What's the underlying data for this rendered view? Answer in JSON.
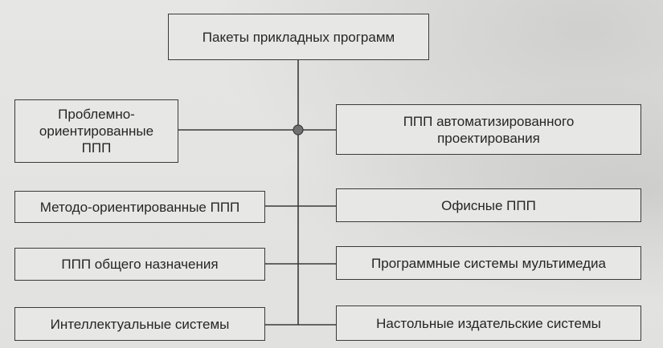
{
  "diagram": {
    "root": "Пакеты прикладных программ",
    "left_items": [
      "Проблемно-\nориентированные\nППП",
      "Методо-ориентированные ППП",
      "ППП общего назначения",
      "Интеллектуальные системы"
    ],
    "right_items": [
      "ППП автоматизированного\nпроектирования",
      "Офисные ППП",
      "Программные системы мультимедиа",
      "Настольные издательские системы"
    ]
  }
}
